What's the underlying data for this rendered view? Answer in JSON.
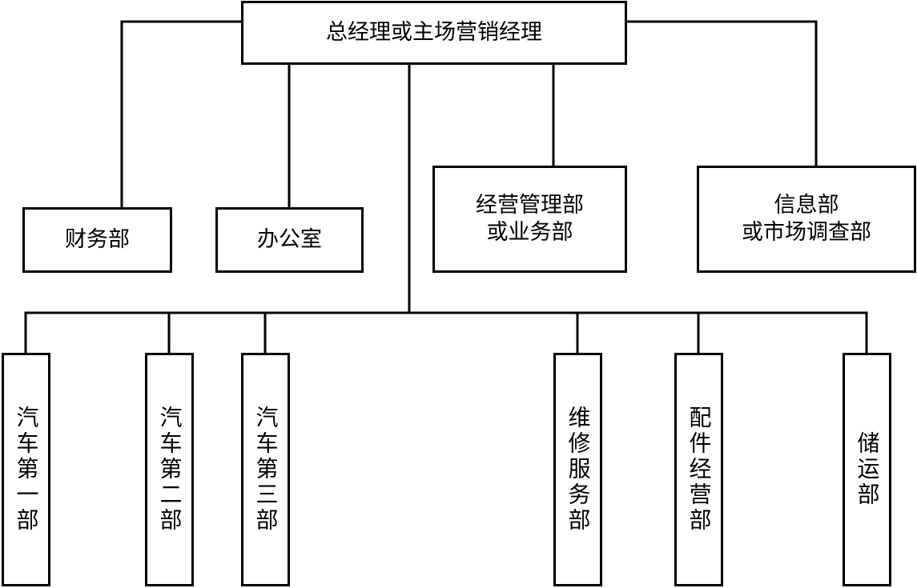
{
  "root": {
    "label": "总经理或主场营销经理"
  },
  "upper_departments": [
    {
      "id": "finance",
      "lines": [
        "财务部"
      ]
    },
    {
      "id": "office",
      "lines": [
        "办公室"
      ]
    },
    {
      "id": "operations",
      "lines": [
        "经营管理部",
        "或业务部"
      ]
    },
    {
      "id": "information",
      "lines": [
        "信息部",
        "或市场调查部"
      ]
    }
  ],
  "lower_departments": [
    {
      "id": "auto-1",
      "label": "汽车第一部"
    },
    {
      "id": "auto-2",
      "label": "汽车第二部"
    },
    {
      "id": "auto-3",
      "label": "汽车第三部"
    },
    {
      "id": "repair",
      "label": "维修服务部"
    },
    {
      "id": "parts",
      "label": "配件经营部"
    },
    {
      "id": "storage",
      "label": "储运部"
    }
  ],
  "colors": {
    "line": "#000000",
    "box_fill": "#ffffff",
    "text": "#000000"
  }
}
